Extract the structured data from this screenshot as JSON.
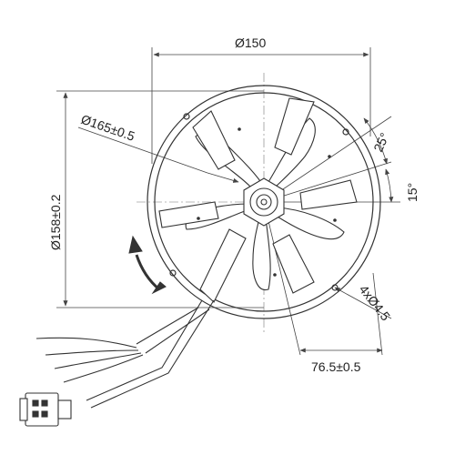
{
  "drawing": {
    "dim_width": "Ø150",
    "dim_outer_diameter": "Ø165±0.5",
    "dim_height": "Ø158±0.2",
    "dim_angle_a": "25°",
    "dim_angle_b": "15°",
    "dim_holes": "4xØ4.5",
    "dim_offset": "76.5±0.5"
  },
  "colors": {
    "line": "#333333",
    "dim_line": "#444444",
    "background": "#ffffff"
  },
  "icons": {
    "rotation": "rotation-arrow-icon",
    "connector": "connector-plug-icon"
  }
}
